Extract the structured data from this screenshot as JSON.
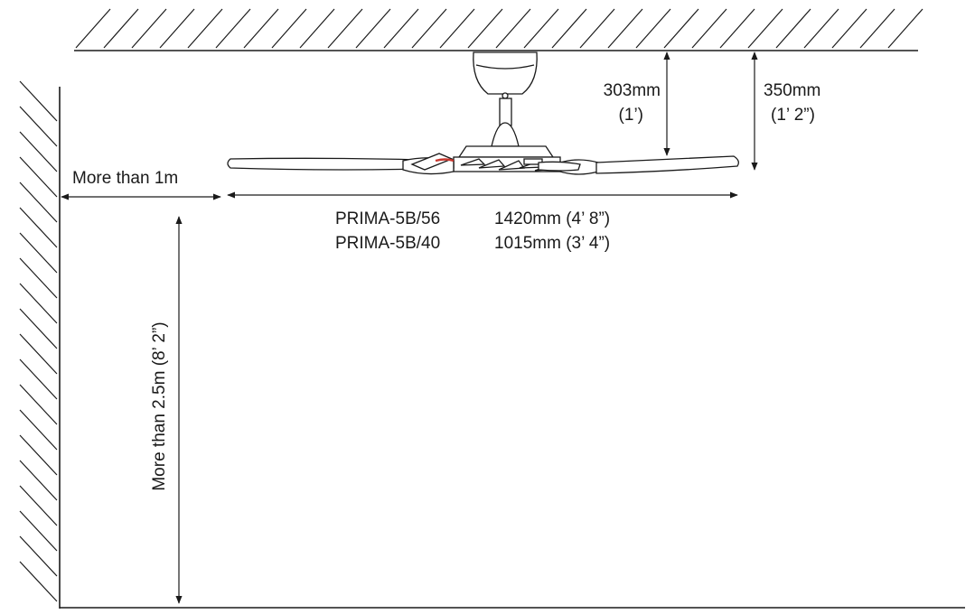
{
  "dimensions": {
    "blade_to_ceiling": {
      "metric": "303mm",
      "imperial": "(1’)"
    },
    "total_height": {
      "metric": "350mm",
      "imperial": "(1’ 2”)"
    },
    "wall_clearance": "More than 1m",
    "floor_clearance": "More than 2.5m (8’ 2”)"
  },
  "models": [
    {
      "name": "PRIMA-5B/56",
      "sweep": "1420mm (4’ 8”)"
    },
    {
      "name": "PRIMA-5B/40",
      "sweep": "1015mm (3’ 4”)"
    }
  ],
  "colors": {
    "line": "#1a1a1a",
    "accent": "#c8382f",
    "background": "#ffffff"
  }
}
